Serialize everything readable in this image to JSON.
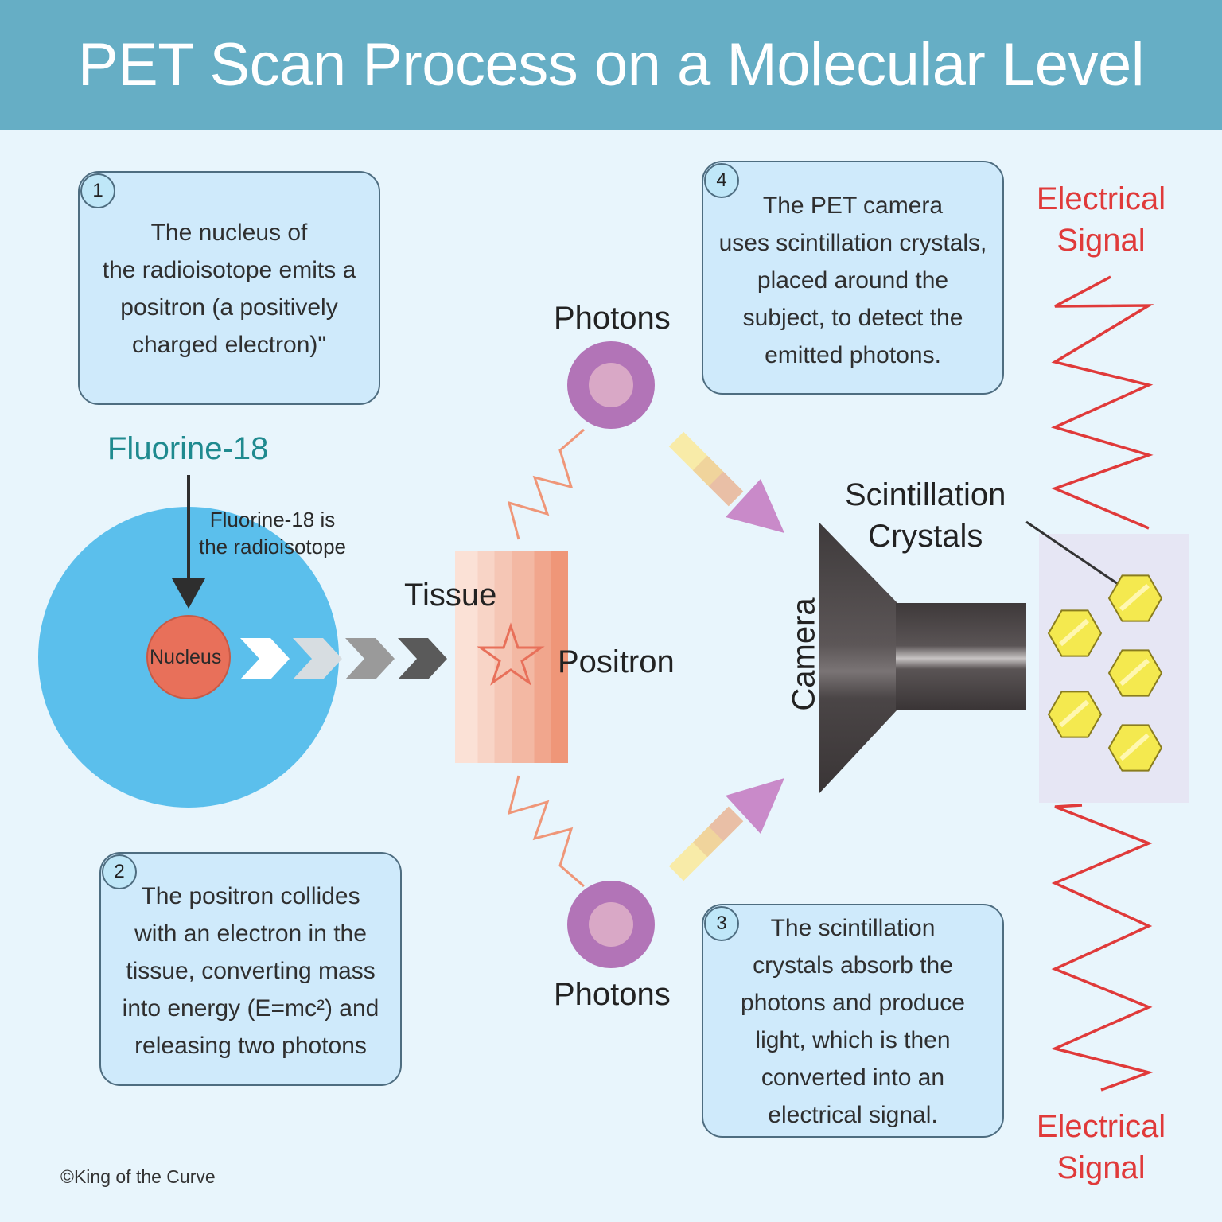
{
  "title": "PET Scan Process on a Molecular Level",
  "colors": {
    "header": "#66aec5",
    "background": "#e8f5fc",
    "atom": "#5bbfec",
    "nucleus": "#e8705a",
    "photon_outer": "#b274b7",
    "photon_inner": "#d9a8c6",
    "signal": "#e03a3a",
    "crystal": "#f4e94f",
    "camera": "#3f3a3b"
  },
  "steps": [
    {
      "number": "1",
      "text": "The nucleus of\nthe radioisotope emits a\npositron (a positively\ncharged electron)\""
    },
    {
      "number": "2",
      "text": "The positron collides\nwith an electron in the\ntissue, converting mass\ninto energy (E=mc²) and\nreleasing two photons"
    },
    {
      "number": "3",
      "text": "The scintillation\ncrystals absorb the\nphotons and produce\nlight, which is then\nconverted into an\nelectrical signal."
    },
    {
      "number": "4",
      "text": "The PET camera\nuses scintillation crystals,\nplaced around the\nsubject, to detect the\nemitted photons."
    }
  ],
  "labels": {
    "fluorine": "Fluorine-18",
    "fluorine_note": "Fluorine-18 is\nthe radioisotope",
    "nucleus": "Nucleus",
    "tissue": "Tissue",
    "positron": "Positron",
    "photons_top": "Photons",
    "photons_bottom": "Photons",
    "camera": "Camera",
    "crystals": "Scintillation\nCrystals",
    "signal_top": "Electrical\nSignal",
    "signal_bottom": "Electrical\nSignal"
  },
  "icons": {
    "nucleus": "circle",
    "positron": "star-outline-icon",
    "photon": "ring-circle-icon",
    "crystal": "hexagon-icon",
    "direction": "double-chevron-arrow-icon",
    "camera": "funnel-camera-icon"
  },
  "credit": "©King of the Curve"
}
